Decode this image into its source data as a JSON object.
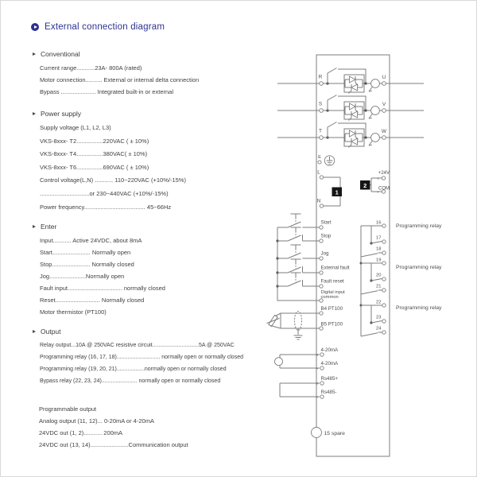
{
  "page": {
    "title": "External connection diagram"
  },
  "sections": {
    "conventional": {
      "header": "Conventional",
      "lines": [
        "Current range...........23A- 800A (rated)",
        "Motor connection.......... External or internal delta connection",
        "Bypass ..................... Integrated built-in or external"
      ]
    },
    "power_supply": {
      "header": "Power supply",
      "lines": [
        "Supply voltage (L1, L2, L3)",
        "VKS-8xxx- T2................220VAC ( ± 10%)",
        "VKS-8xxx- T4................380VAC( ± 10%)",
        "VKS-8xxx- T6................690VAC ( ± 10%)",
        "Control voltage(L,N) ........... 110~220VAC (+10%/-15%)",
        "..............................or 230~440VAC (+10%/-15%)",
        "Power frequency..................................... 45~66Hz"
      ]
    },
    "enter": {
      "header": "Enter",
      "lines": [
        "Input........... Active 24VDC, about 8mA",
        "Start....................... Normally open",
        "Stop....................... Normally closed",
        "Jog......................Normally open",
        "Fault input................................. normally closed",
        "Reset........................... Normally closed",
        "Motor thermistor (PT100)"
      ]
    },
    "output": {
      "header": "Output",
      "lines": [
        "Relay output...10A @ 250VAC resistive circuit..............................5A @ 250VAC",
        "Programming relay (16, 17, 18)............................ normally open or normally closed",
        "Programming relay (19, 20, 21)..................normally open or normally closed",
        "Bypass relay (22, 23, 24)....................... normally open or normally closed"
      ]
    },
    "programmable": {
      "lines": [
        "Programmable output",
        "Analog output (11, 12)... 0-20mA or 4-20mA",
        "24VDC out (1, 2)........... 200mA",
        "24VDC out (13, 14).......................Communication output"
      ]
    }
  },
  "diagram": {
    "phases": [
      {
        "in": "R",
        "out": "U"
      },
      {
        "in": "S",
        "out": "V"
      },
      {
        "in": "T",
        "out": "W"
      }
    ],
    "earth_label": "E",
    "line_label": "L",
    "neutral_label": "N",
    "callout_1": "1",
    "callout_2": "2",
    "v24_label": "+24V",
    "com_label": "COM",
    "plus": "+",
    "minus": "-",
    "inputs": [
      "Start",
      "Stop",
      "Jog",
      "External fault",
      "Fault reset"
    ],
    "input_common_line1": "Digital input",
    "input_common_line2": "common",
    "pt100_b4": "B4 PT100",
    "pt100_b5": "B5 PT100",
    "analog_plus_label": "4-20mA",
    "analog_minus_label": "4-20mA",
    "rs485_plus": "Rs485+",
    "rs485_minus": "Rs485-",
    "relay_groups": [
      {
        "label": "Programming relay",
        "t1": "16",
        "t2": "17",
        "t3": "18"
      },
      {
        "label": "Programming relay",
        "t1": "19",
        "t2": "20",
        "t3": "21"
      },
      {
        "label": "Programming relay",
        "t1": "22",
        "t2": "23",
        "t3": "24"
      }
    ],
    "spare": "15 spare"
  },
  "colors": {
    "accent": "#2d3191",
    "wire": "#7e7e7e",
    "text": "#3f3f3f"
  }
}
